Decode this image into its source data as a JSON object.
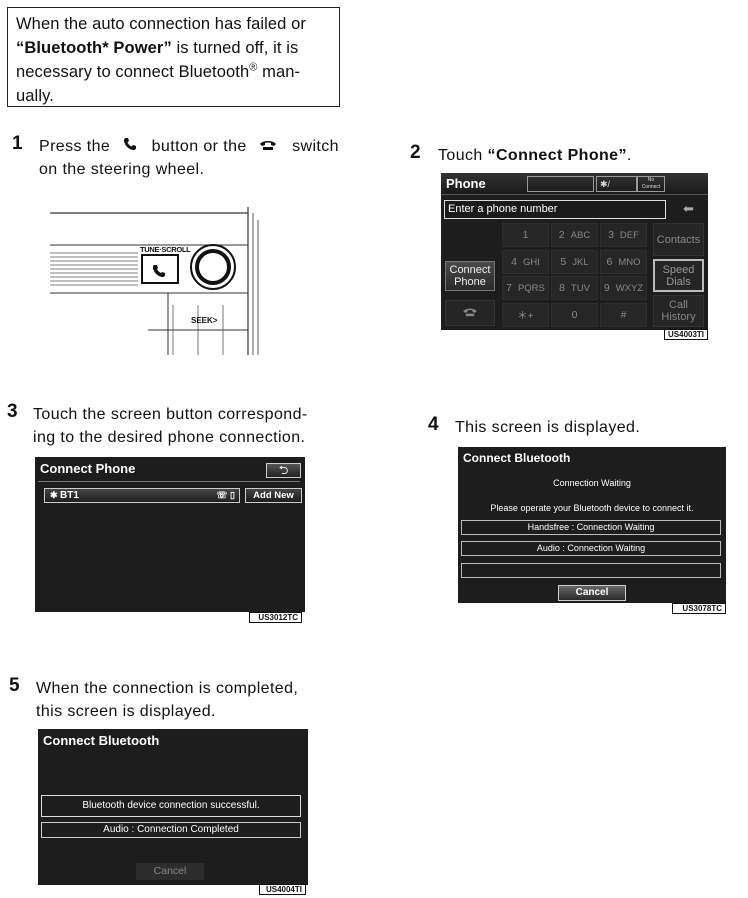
{
  "note": {
    "line1": "When the auto connection has failed or",
    "bold_text": "“Bluetooth* Power”",
    "line2_rest": " is turned off, it is",
    "line3": "necessary to connect Bluetooth",
    "reg": "®",
    "line3_rest": " man-",
    "line4": "ually."
  },
  "steps": [
    {
      "num": "1",
      "text_a": "Press the",
      "text_b": "button or the",
      "text_c": "switch",
      "text_d": "on the steering wheel."
    },
    {
      "num": "2",
      "text_a": "Touch ",
      "bold": "“Connect Phone”",
      "text_b": "."
    },
    {
      "num": "3",
      "line1": "Touch the screen button correspond-",
      "line2": "ing to the desired phone connection."
    },
    {
      "num": "4",
      "text": "This screen is displayed."
    },
    {
      "num": "5",
      "line1": "When the connection is completed,",
      "line2": "this screen is displayed."
    }
  ],
  "step1_illustration": {
    "tune_label": "TUNE·SCROLL",
    "seek_label": "SEEK>"
  },
  "phone_screen": {
    "title": "Phone",
    "bt_indicator": "✱/",
    "no_connect": "No Connect",
    "input_placeholder": "Enter a phone number",
    "back_arrow": "⬅",
    "keys": [
      {
        "main": "1",
        "sub": ""
      },
      {
        "main": "2",
        "sub": "ABC"
      },
      {
        "main": "3",
        "sub": "DEF"
      },
      {
        "main": "4",
        "sub": "GHI"
      },
      {
        "main": "5",
        "sub": "JKL"
      },
      {
        "main": "6",
        "sub": "MNO"
      },
      {
        "main": "7",
        "sub": "PQRS"
      },
      {
        "main": "8",
        "sub": "TUV"
      },
      {
        "main": "9",
        "sub": "WXYZ"
      },
      {
        "main": "＊+",
        "sub": ""
      },
      {
        "main": "0",
        "sub": ""
      },
      {
        "main": "#",
        "sub": ""
      }
    ],
    "connect_phone": "Connect Phone",
    "contacts": "Contacts",
    "speed_dials": "Speed Dials",
    "call_history": "Call History",
    "code": "US4003TI"
  },
  "connect_phone_screen": {
    "title": "Connect Phone",
    "back": "⮌",
    "device": "BT1",
    "add_new": "Add New",
    "code": "US3012TC"
  },
  "connect_bt_waiting": {
    "title": "Connect Bluetooth",
    "status": "Connection Waiting",
    "instruction": "Please operate your Bluetooth device to connect it.",
    "handsfree": "Handsfree : Connection Waiting",
    "audio": "Audio : Connection Waiting",
    "cancel": "Cancel",
    "code": "US3078TC"
  },
  "connect_bt_done": {
    "title": "Connect Bluetooth",
    "success": "Bluetooth device connection successful.",
    "audio": "Audio : Connection Completed",
    "cancel": "Cancel",
    "code": "US4004TI"
  }
}
